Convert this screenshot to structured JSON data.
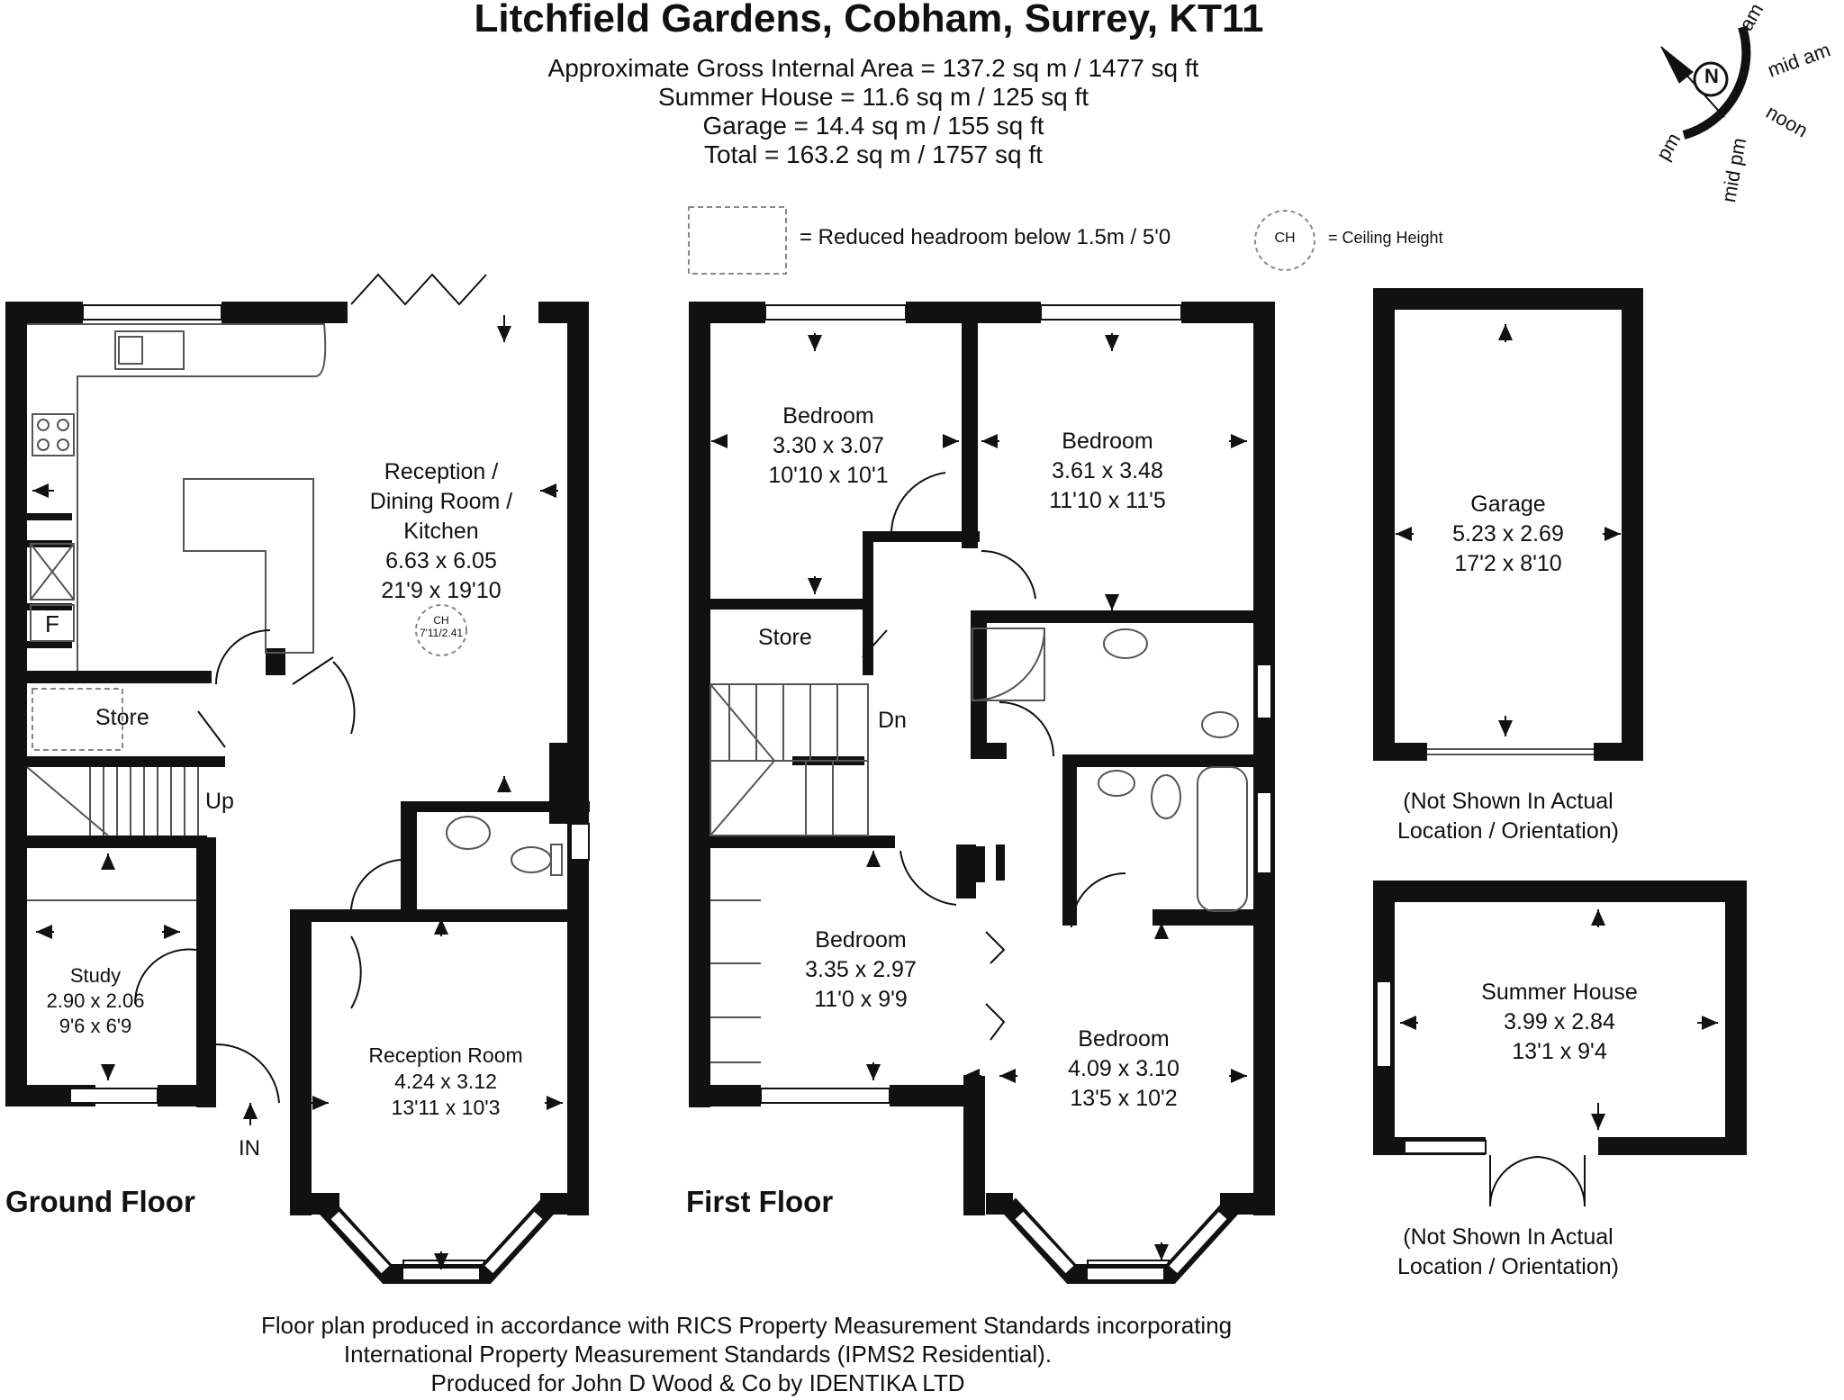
{
  "header": {
    "title": "Litchfield Gardens, Cobham, Surrey, KT11",
    "area_lines": [
      "Approximate Gross Internal Area = 137.2 sq m / 1477 sq ft",
      "Summer House = 11.6 sq m / 125 sq ft",
      "Garage = 14.4 sq m / 155 sq ft",
      "Total = 163.2 sq m / 1757 sq ft"
    ]
  },
  "legend": {
    "reduced_headroom": "= Reduced headroom below 1.5m / 5'0",
    "ch_symbol": "CH",
    "ceiling_height": "= Ceiling Height"
  },
  "compass": {
    "north": "N",
    "labels": [
      "am",
      "mid am",
      "noon",
      "mid pm",
      "pm"
    ]
  },
  "ground_floor": {
    "label": "Ground Floor",
    "reception_dining_kitchen": [
      "Reception /",
      "Dining Room /",
      "Kitchen",
      "6.63 x 6.05",
      "21'9 x 19'10"
    ],
    "ch_value": "7'11/2.41",
    "store": "Store",
    "fridge": "F",
    "stairs_up": "Up",
    "study": [
      "Study",
      "2.90 x 2.06",
      "9'6 x 6'9"
    ],
    "reception_room": [
      "Reception Room",
      "4.24 x 3.12",
      "13'11 x 10'3"
    ],
    "entrance": "IN"
  },
  "first_floor": {
    "label": "First Floor",
    "bedroom1": [
      "Bedroom",
      "3.30 x 3.07",
      "10'10 x 10'1"
    ],
    "bedroom2": [
      "Bedroom",
      "3.61 x 3.48",
      "11'10 x 11'5"
    ],
    "store": "Store",
    "stairs_down": "Dn",
    "bedroom3": [
      "Bedroom",
      "3.35 x 2.97",
      "11'0 x 9'9"
    ],
    "bedroom4": [
      "Bedroom",
      "4.09 x 3.10",
      "13'5 x 10'2"
    ]
  },
  "garage": {
    "lines": [
      "Garage",
      "5.23 x 2.69",
      "17'2 x 8'10"
    ],
    "note": [
      "(Not Shown In Actual",
      "Location / Orientation)"
    ]
  },
  "summer_house": {
    "lines": [
      "Summer House",
      "3.99 x 2.84",
      "13'1 x 9'4"
    ],
    "note": [
      "(Not Shown In Actual",
      "Location / Orientation)"
    ]
  },
  "footer": [
    "Floor plan produced in accordance with RICS Property Measurement Standards incorporating",
    "International Property Measurement Standards (IPMS2 Residential).",
    "Produced for John D Wood & Co by IDENTIKA LTD"
  ]
}
